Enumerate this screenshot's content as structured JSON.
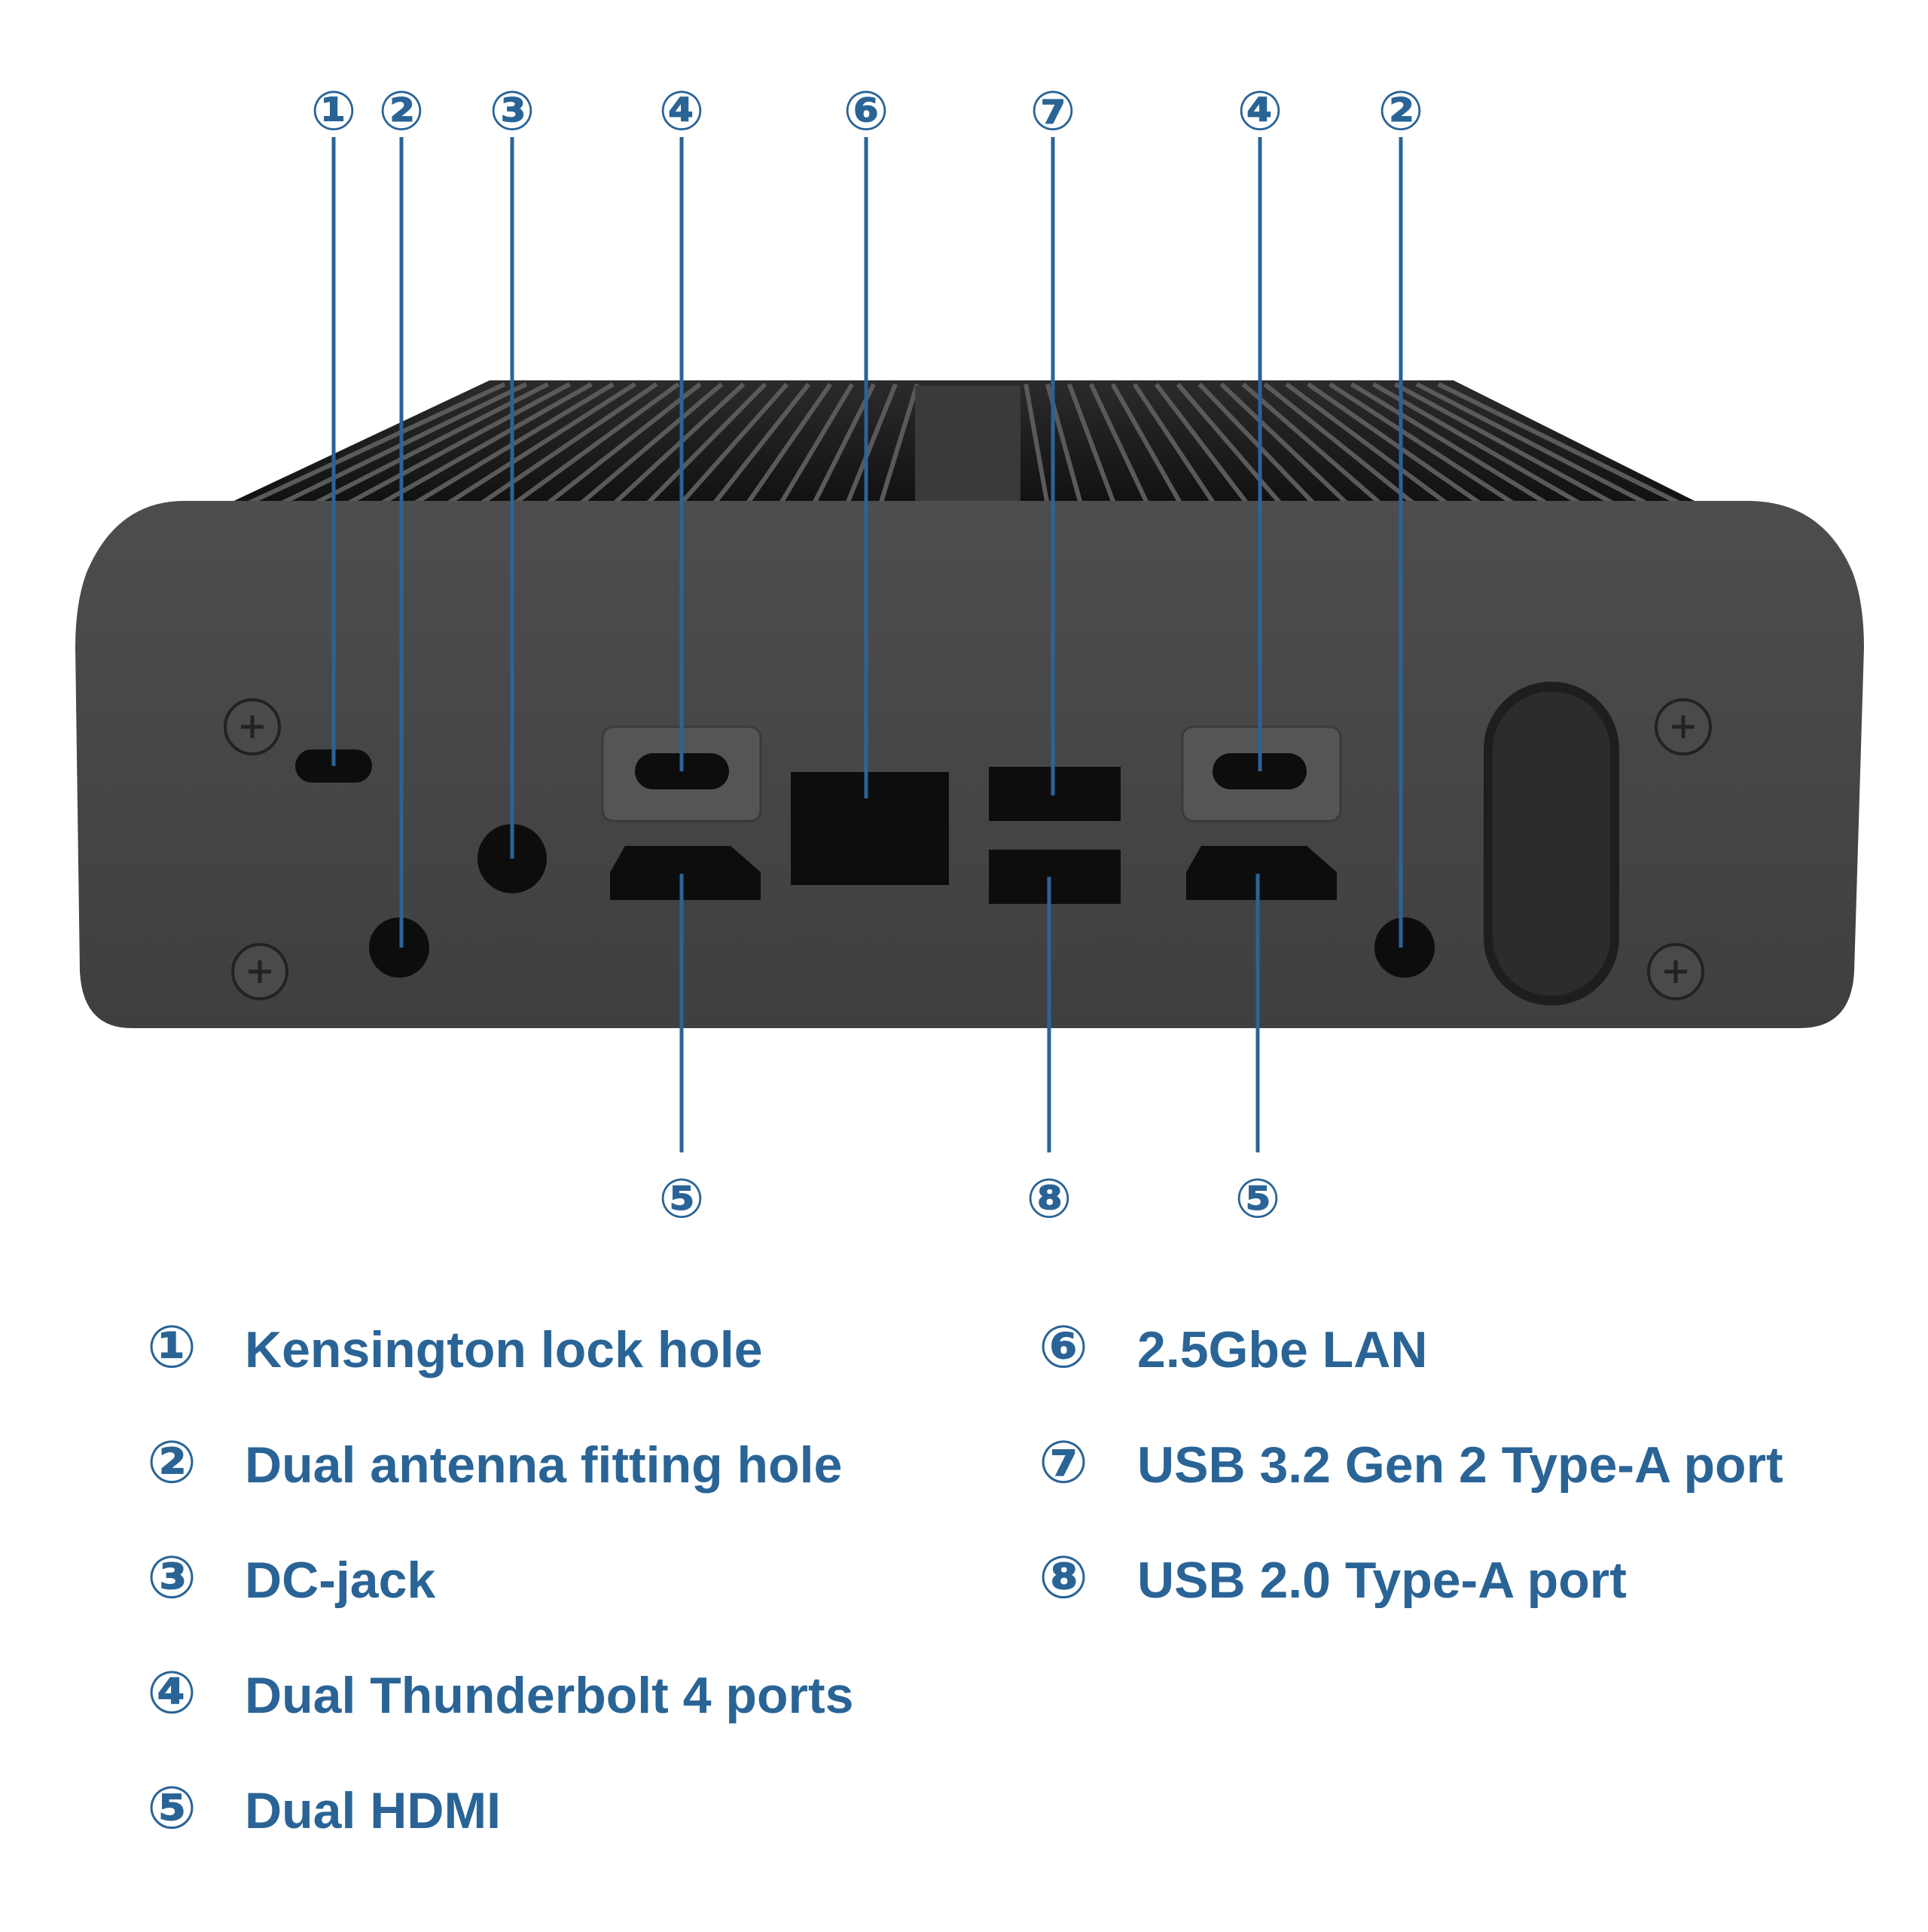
{
  "colors": {
    "accent": "#2a6496",
    "panel": "#4a4a4c",
    "panel_dark": "#3e3e40",
    "port": "#0d0d0d",
    "fins": "#1a1a1a",
    "background": "#ffffff"
  },
  "callouts": [
    {
      "num": "①",
      "target": "kensington-lock-hole"
    },
    {
      "num": "②",
      "target": "antenna-hole-left"
    },
    {
      "num": "③",
      "target": "dc-jack"
    },
    {
      "num": "④",
      "target": "thunderbolt-port-left"
    },
    {
      "num": "⑥",
      "target": "lan-port"
    },
    {
      "num": "⑦",
      "target": "usb-32-port"
    },
    {
      "num": "④",
      "target": "thunderbolt-port-right"
    },
    {
      "num": "②",
      "target": "antenna-hole-right"
    },
    {
      "num": "⑤",
      "target": "hdmi-port-left"
    },
    {
      "num": "⑧",
      "target": "usb-20-port"
    },
    {
      "num": "⑤",
      "target": "hdmi-port-right"
    }
  ],
  "legend": [
    {
      "num": "①",
      "label": "Kensington lock hole"
    },
    {
      "num": "②",
      "label": "Dual antenna fitting hole"
    },
    {
      "num": "③",
      "label": "DC-jack"
    },
    {
      "num": "④",
      "label": "Dual Thunderbolt 4 ports"
    },
    {
      "num": "⑤",
      "label": "Dual HDMI"
    },
    {
      "num": "⑥",
      "label": "2.5Gbe LAN"
    },
    {
      "num": "⑦",
      "label": "USB 3.2 Gen 2 Type-A port"
    },
    {
      "num": "⑧",
      "label": "USB 2.0 Type-A port"
    }
  ]
}
